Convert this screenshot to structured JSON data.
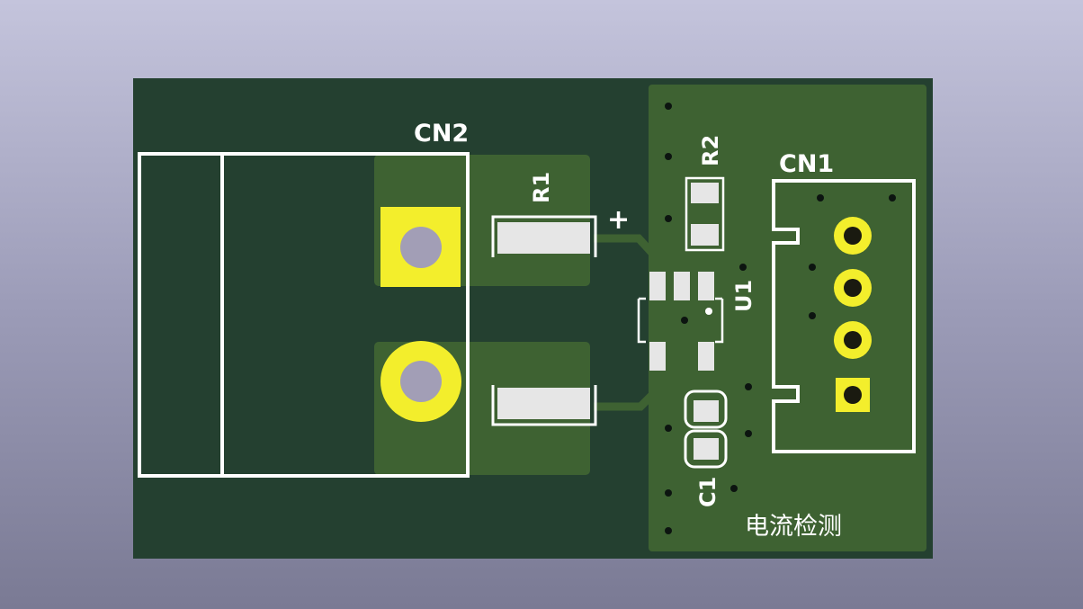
{
  "board": {
    "substrate_color": "#244030",
    "copper_pour_color": "#3e6232",
    "silkscreen_color": "#ffffff",
    "pad_color": "#e6e6e6",
    "through_hole_color": "#f3ee2c",
    "drill_color": "#a29eb6"
  },
  "labels": {
    "cn2": "CN2",
    "r1": "R1",
    "plus": "+",
    "r2": "R2",
    "cn1": "CN1",
    "u1": "U1",
    "c1": "C1",
    "title": "电流检测"
  }
}
